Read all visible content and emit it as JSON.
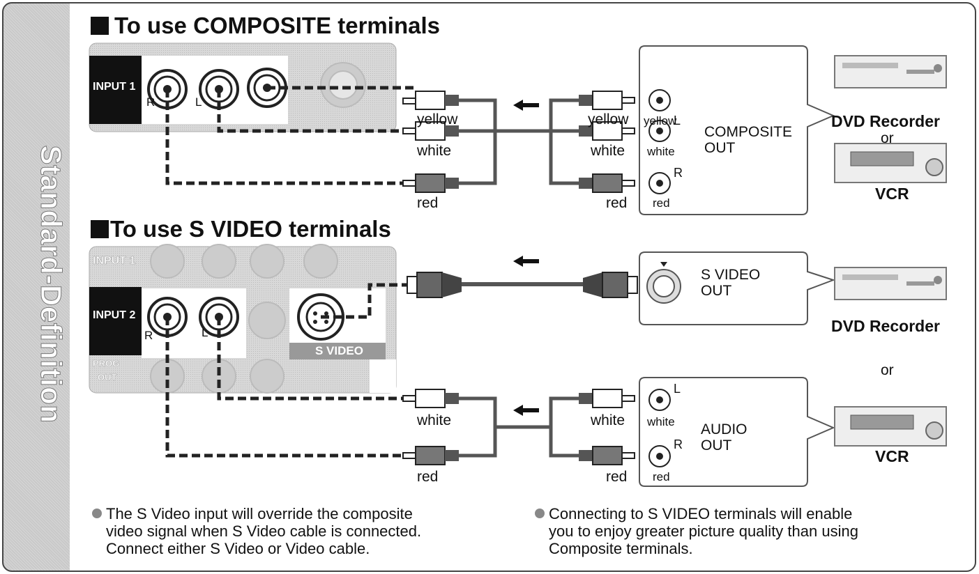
{
  "side_title": "Standard-Definition",
  "composite": {
    "title": "To use COMPOSITE terminals",
    "panel": {
      "input_label": "INPUT 1",
      "jack_r": "R",
      "jack_l": "L"
    },
    "cable_labels": [
      "yellow",
      "white",
      "red"
    ],
    "device_labels": [
      "yellow",
      "white",
      "red"
    ],
    "device_jack_l": "L",
    "device_jack_r": "R",
    "out_label_line1": "COMPOSITE",
    "out_label_line2": "OUT",
    "device1": "DVD Recorder",
    "or": "or",
    "device2": "VCR"
  },
  "svideo": {
    "title": "To use S VIDEO terminals",
    "panel": {
      "input1_label": "INPUT 1",
      "input2_label": "INPUT 2",
      "prog_label_line1": "PROG",
      "prog_label_line2": "OUT",
      "jack_r": "R",
      "jack_l": "L",
      "svideo_label": "S VIDEO"
    },
    "svideo_out_line1": "S VIDEO",
    "svideo_out_line2": "OUT",
    "cable_labels": [
      "white",
      "red"
    ],
    "device_labels": [
      "white",
      "red"
    ],
    "device_jack_l": "L",
    "device_jack_r": "R",
    "audio_out_line1": "AUDIO",
    "audio_out_line2": "OUT",
    "device1": "DVD Recorder",
    "or": "or",
    "device2": "VCR"
  },
  "notes": [
    {
      "lines": [
        "The S Video input will override the composite",
        "video signal when S Video cable is connected.",
        "Connect either S Video or Video cable."
      ]
    },
    {
      "lines": [
        "Connecting to S VIDEO terminals will enable",
        "you to enjoy greater picture quality than using",
        "Composite terminals."
      ]
    }
  ],
  "colors": {
    "panel": "#d4d4d4",
    "cable": "#555555",
    "label_bg": "#111111",
    "sidebar": "#c9c9c9"
  }
}
